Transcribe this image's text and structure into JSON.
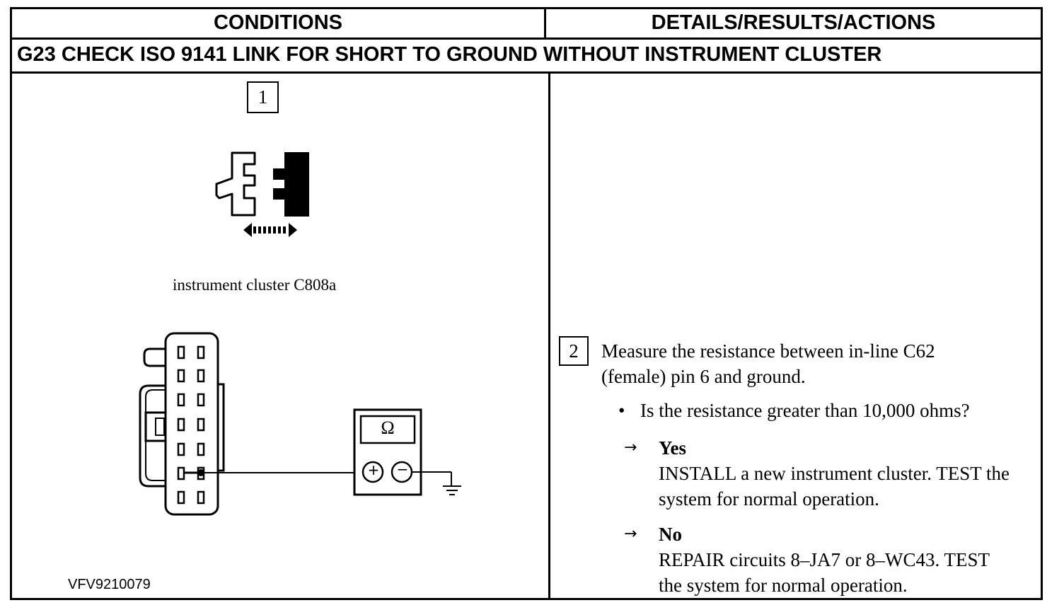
{
  "table": {
    "header_left": "CONDITIONS",
    "header_right": "DETAILS/RESULTS/ACTIONS",
    "step_title": "G23 CHECK ISO 9141 LINK FOR SHORT TO GROUND WITHOUT INSTRUMENT CLUSTER"
  },
  "conditions": {
    "step_number": "1",
    "connector_caption": "instrument cluster C808a",
    "meter_symbol": "Ω",
    "meter_plus": "+",
    "meter_minus": "−",
    "figure_id": "VFV9210079",
    "icons": [
      "disconnect-connector-icon",
      "double-arrow-icon",
      "ohmmeter-icon",
      "ground-icon"
    ]
  },
  "details": {
    "step_number": "2",
    "instruction": "Measure the resistance between in-line C62 (female) pin 6 and ground.",
    "bullet_symbol": "•",
    "question": "Is the resistance greater than 10,000 ohms?",
    "arrow_symbol": "→",
    "yes_label": "Yes",
    "yes_action": "INSTALL a new instrument cluster. TEST the system for normal operation.",
    "no_label": "No",
    "no_action": "REPAIR circuits 8–JA7 or 8–WC43. TEST the system for normal operation."
  }
}
